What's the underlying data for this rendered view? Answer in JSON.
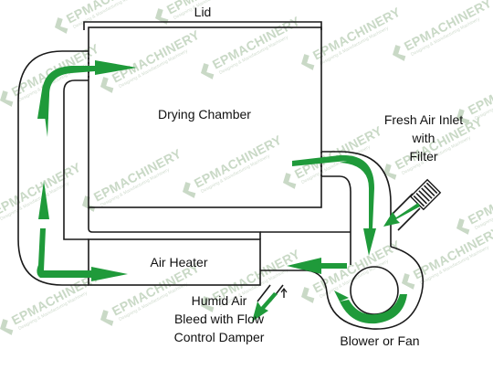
{
  "labels": {
    "lid": "Lid",
    "drying_chamber": "Drying Chamber",
    "fresh_air_inlet": [
      "Fresh Air Inlet",
      "with",
      "Filter"
    ],
    "air_heater": "Air Heater",
    "humid_air": [
      "Humid Air",
      "Bleed with Flow",
      "Control Damper"
    ],
    "blower": "Blower or Fan"
  },
  "watermark": {
    "brand": "EPMACHINERY",
    "tagline": "Designing & Manufacturing Machinery"
  },
  "colors": {
    "line": "#1a1a1a",
    "arrow": "#1f9a3a",
    "watermark": "#c9d9c6",
    "background": "#ffffff"
  }
}
